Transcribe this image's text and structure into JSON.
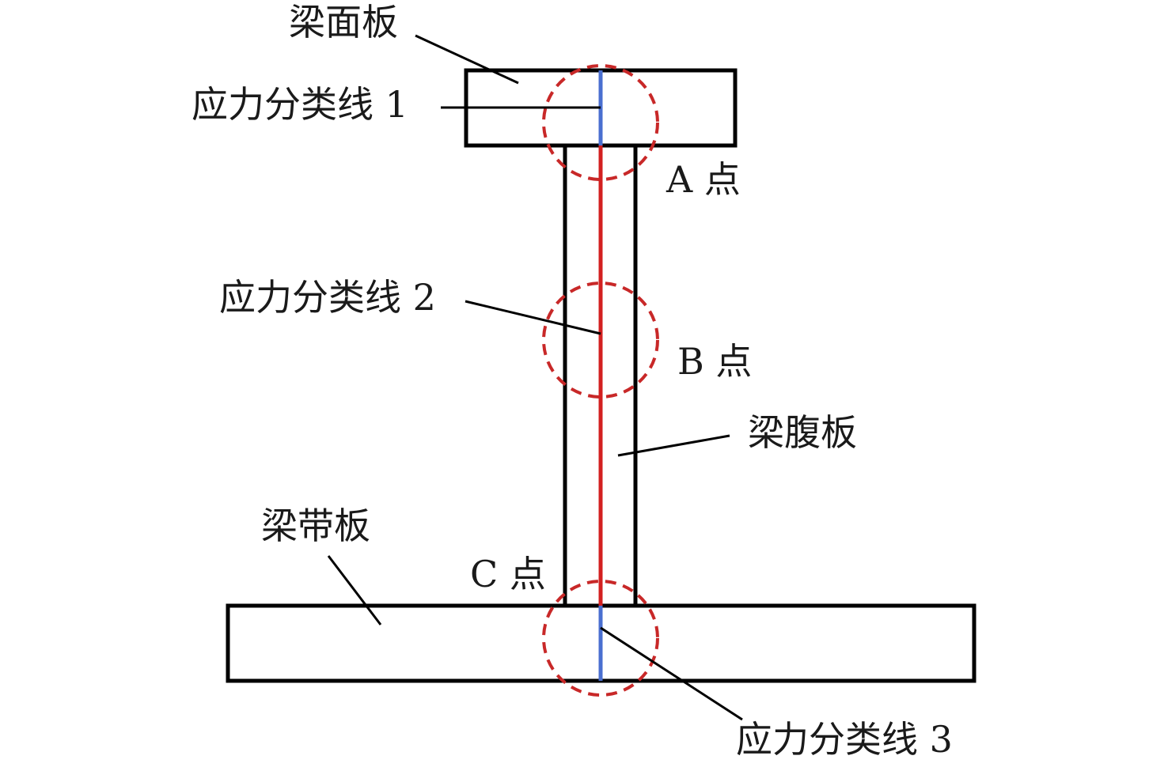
{
  "labels": {
    "top_flange": "梁面板",
    "stress_line_1": "应力分类线 1",
    "point_a": "A 点",
    "stress_line_2": "应力分类线 2",
    "point_b": "B 点",
    "web": "梁腹板",
    "bottom_flange": "梁带板",
    "point_c": "C 点",
    "stress_line_3": "应力分类线 3"
  },
  "colors": {
    "outline": "#000000",
    "web_stress_line": "#d32020",
    "flange_stress_line": "#4a6fd0",
    "circle_dash": "#c82828"
  }
}
